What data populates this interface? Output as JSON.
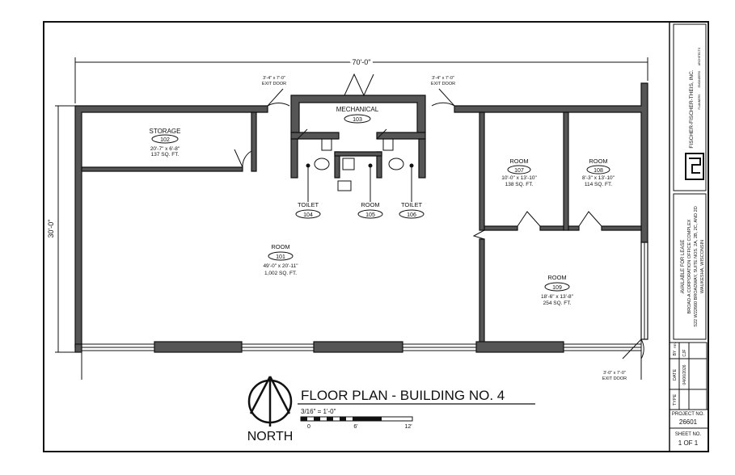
{
  "title": "FLOOR PLAN - BUILDING NO. 4",
  "scale": "3/16\" = 1'-0\"",
  "scale_bar_ticks": [
    "0",
    "6'",
    "12'"
  ],
  "north": "NORTH",
  "dimensions": {
    "overall_width": "70'-0\"",
    "overall_depth": "30'-0\""
  },
  "doors": {
    "exit_left": [
      "3'-4\" x 7'-0\"",
      "EXIT DOOR"
    ],
    "exit_right": [
      "3'-4\" x 7'-0\"",
      "EXIT DOOR"
    ],
    "exit_bottom": [
      "3'-0\" x 7'-0\"",
      "EXIT DOOR"
    ]
  },
  "rooms": {
    "storage": {
      "name": "STORAGE",
      "number": "102",
      "dims": "20'-7\" x 6'-8\"",
      "area": "137 SQ. FT."
    },
    "mechanical": {
      "name": "MECHANICAL",
      "number": "103"
    },
    "toilet104": {
      "name": "TOILET",
      "number": "104"
    },
    "room105": {
      "name": "ROOM",
      "number": "105"
    },
    "toilet106": {
      "name": "TOILET",
      "number": "106"
    },
    "room107": {
      "name": "ROOM",
      "number": "107",
      "dims": "10'-0\" x 13'-10\"",
      "area": "138 SQ. FT."
    },
    "room108": {
      "name": "ROOM",
      "number": "108",
      "dims": "8'-3\" x 13'-10\"",
      "area": "114 SQ. FT."
    },
    "room101": {
      "name": "ROOM",
      "number": "101",
      "dims": "49'-0\" x 20'-11\"",
      "area": "1,002 SQ. FT."
    },
    "room109": {
      "name": "ROOM",
      "number": "109",
      "dims": "18'-6\" x 13'-8\"",
      "area": "254 SQ. FT."
    }
  },
  "title_block": {
    "firm": "FISCHER-FISCHER-THEIS, INC.",
    "firm_lines": [
      "ARCHITECTS",
      "ENGINEERS",
      "PLANNERS"
    ],
    "project_lines": [
      "AVAILABLE FOR LEASE",
      "BROAD-A CORPORATION OFFICE COMPLEX",
      "S22 W22660 BROADWAY, SUITE NOS. 2A, 2B, 2C, AND 2D",
      "WAUKESHA, WISCONSIN"
    ],
    "by_label": "BY",
    "by_value": "CJF",
    "rev_label": "REV",
    "date_label": "DATE",
    "date_value": "04/06/2026",
    "type_label": "TYPE",
    "project_no_label": "PROJECT NO.",
    "project_no": "26601",
    "sheet_no_label": "SHEET NO.",
    "sheet_no": "1 OF 1"
  }
}
